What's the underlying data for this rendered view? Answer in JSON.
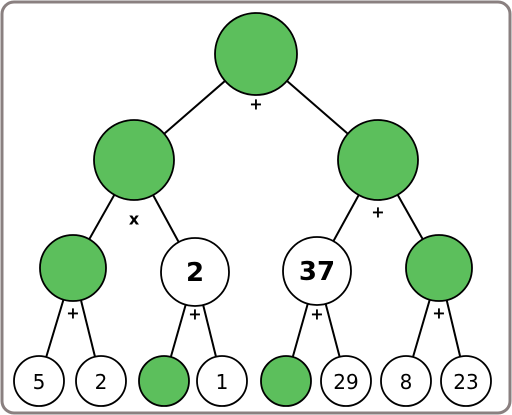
{
  "colors": {
    "filled": "#5cbf5c",
    "empty": "#ffffff",
    "border": "#8a8080"
  },
  "tree": {
    "nodes": [
      {
        "id": "root",
        "value": "",
        "operator": "+"
      },
      {
        "id": "l",
        "value": "",
        "operator": "x"
      },
      {
        "id": "r",
        "value": "",
        "operator": "+"
      },
      {
        "id": "ll",
        "value": "",
        "operator": "+"
      },
      {
        "id": "lr",
        "value": "2",
        "operator": "+"
      },
      {
        "id": "rl",
        "value": "37",
        "operator": "+"
      },
      {
        "id": "rr",
        "value": "",
        "operator": "+"
      },
      {
        "id": "lll",
        "value": "5",
        "operator": ""
      },
      {
        "id": "llr",
        "value": "2",
        "operator": ""
      },
      {
        "id": "lrl",
        "value": "",
        "operator": ""
      },
      {
        "id": "lrr",
        "value": "1",
        "operator": ""
      },
      {
        "id": "rll",
        "value": "",
        "operator": ""
      },
      {
        "id": "rlr",
        "value": "29",
        "operator": ""
      },
      {
        "id": "rrl",
        "value": "8",
        "operator": ""
      },
      {
        "id": "rrr",
        "value": "23",
        "operator": ""
      }
    ],
    "edges": [
      [
        "root",
        "l"
      ],
      [
        "root",
        "r"
      ],
      [
        "l",
        "ll"
      ],
      [
        "l",
        "lr"
      ],
      [
        "r",
        "rl"
      ],
      [
        "r",
        "rr"
      ],
      [
        "ll",
        "lll"
      ],
      [
        "ll",
        "llr"
      ],
      [
        "lr",
        "lrl"
      ],
      [
        "lr",
        "lrr"
      ],
      [
        "rl",
        "rll"
      ],
      [
        "rl",
        "rlr"
      ],
      [
        "rr",
        "rrl"
      ],
      [
        "rr",
        "rrr"
      ]
    ]
  }
}
